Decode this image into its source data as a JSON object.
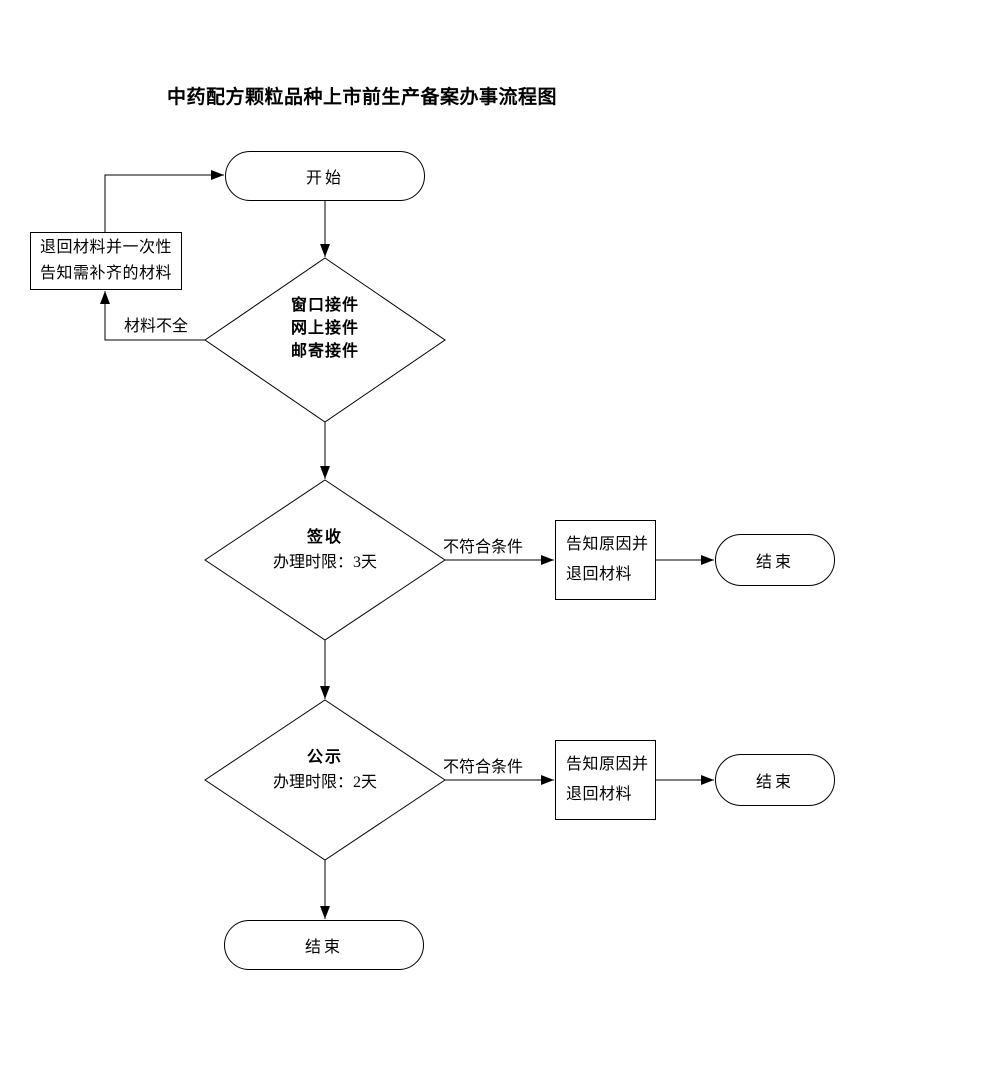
{
  "title": "中药配方颗粒品种上市前生产备案办事流程图",
  "colors": {
    "line": "#000000",
    "text": "#000000",
    "background": "#ffffff"
  },
  "nodes": {
    "start": {
      "shape": "terminator",
      "label": "开始"
    },
    "return_materials": {
      "shape": "process",
      "lines": [
        "退回材料并一次性",
        "告知需补齐的材料"
      ]
    },
    "intake": {
      "shape": "decision",
      "lines": [
        "窗口接件",
        "网上接件",
        "邮寄接件"
      ]
    },
    "sign": {
      "shape": "decision",
      "name": "签收",
      "time_limit": "办理时限：3天"
    },
    "notify_1": {
      "shape": "process",
      "lines": [
        "告知原因并",
        "退回材料"
      ]
    },
    "end_1": {
      "shape": "terminator",
      "label": "结束"
    },
    "publicity": {
      "shape": "decision",
      "name": "公示",
      "time_limit": "办理时限：2天"
    },
    "notify_2": {
      "shape": "process",
      "lines": [
        "告知原因并",
        "退回材料"
      ]
    },
    "end_2": {
      "shape": "terminator",
      "label": "结束"
    },
    "end_final": {
      "shape": "terminator",
      "label": "结束"
    }
  },
  "edge_labels": {
    "materials_incomplete": "材料不全",
    "not_qualified_1": "不符合条件",
    "not_qualified_2": "不符合条件"
  }
}
